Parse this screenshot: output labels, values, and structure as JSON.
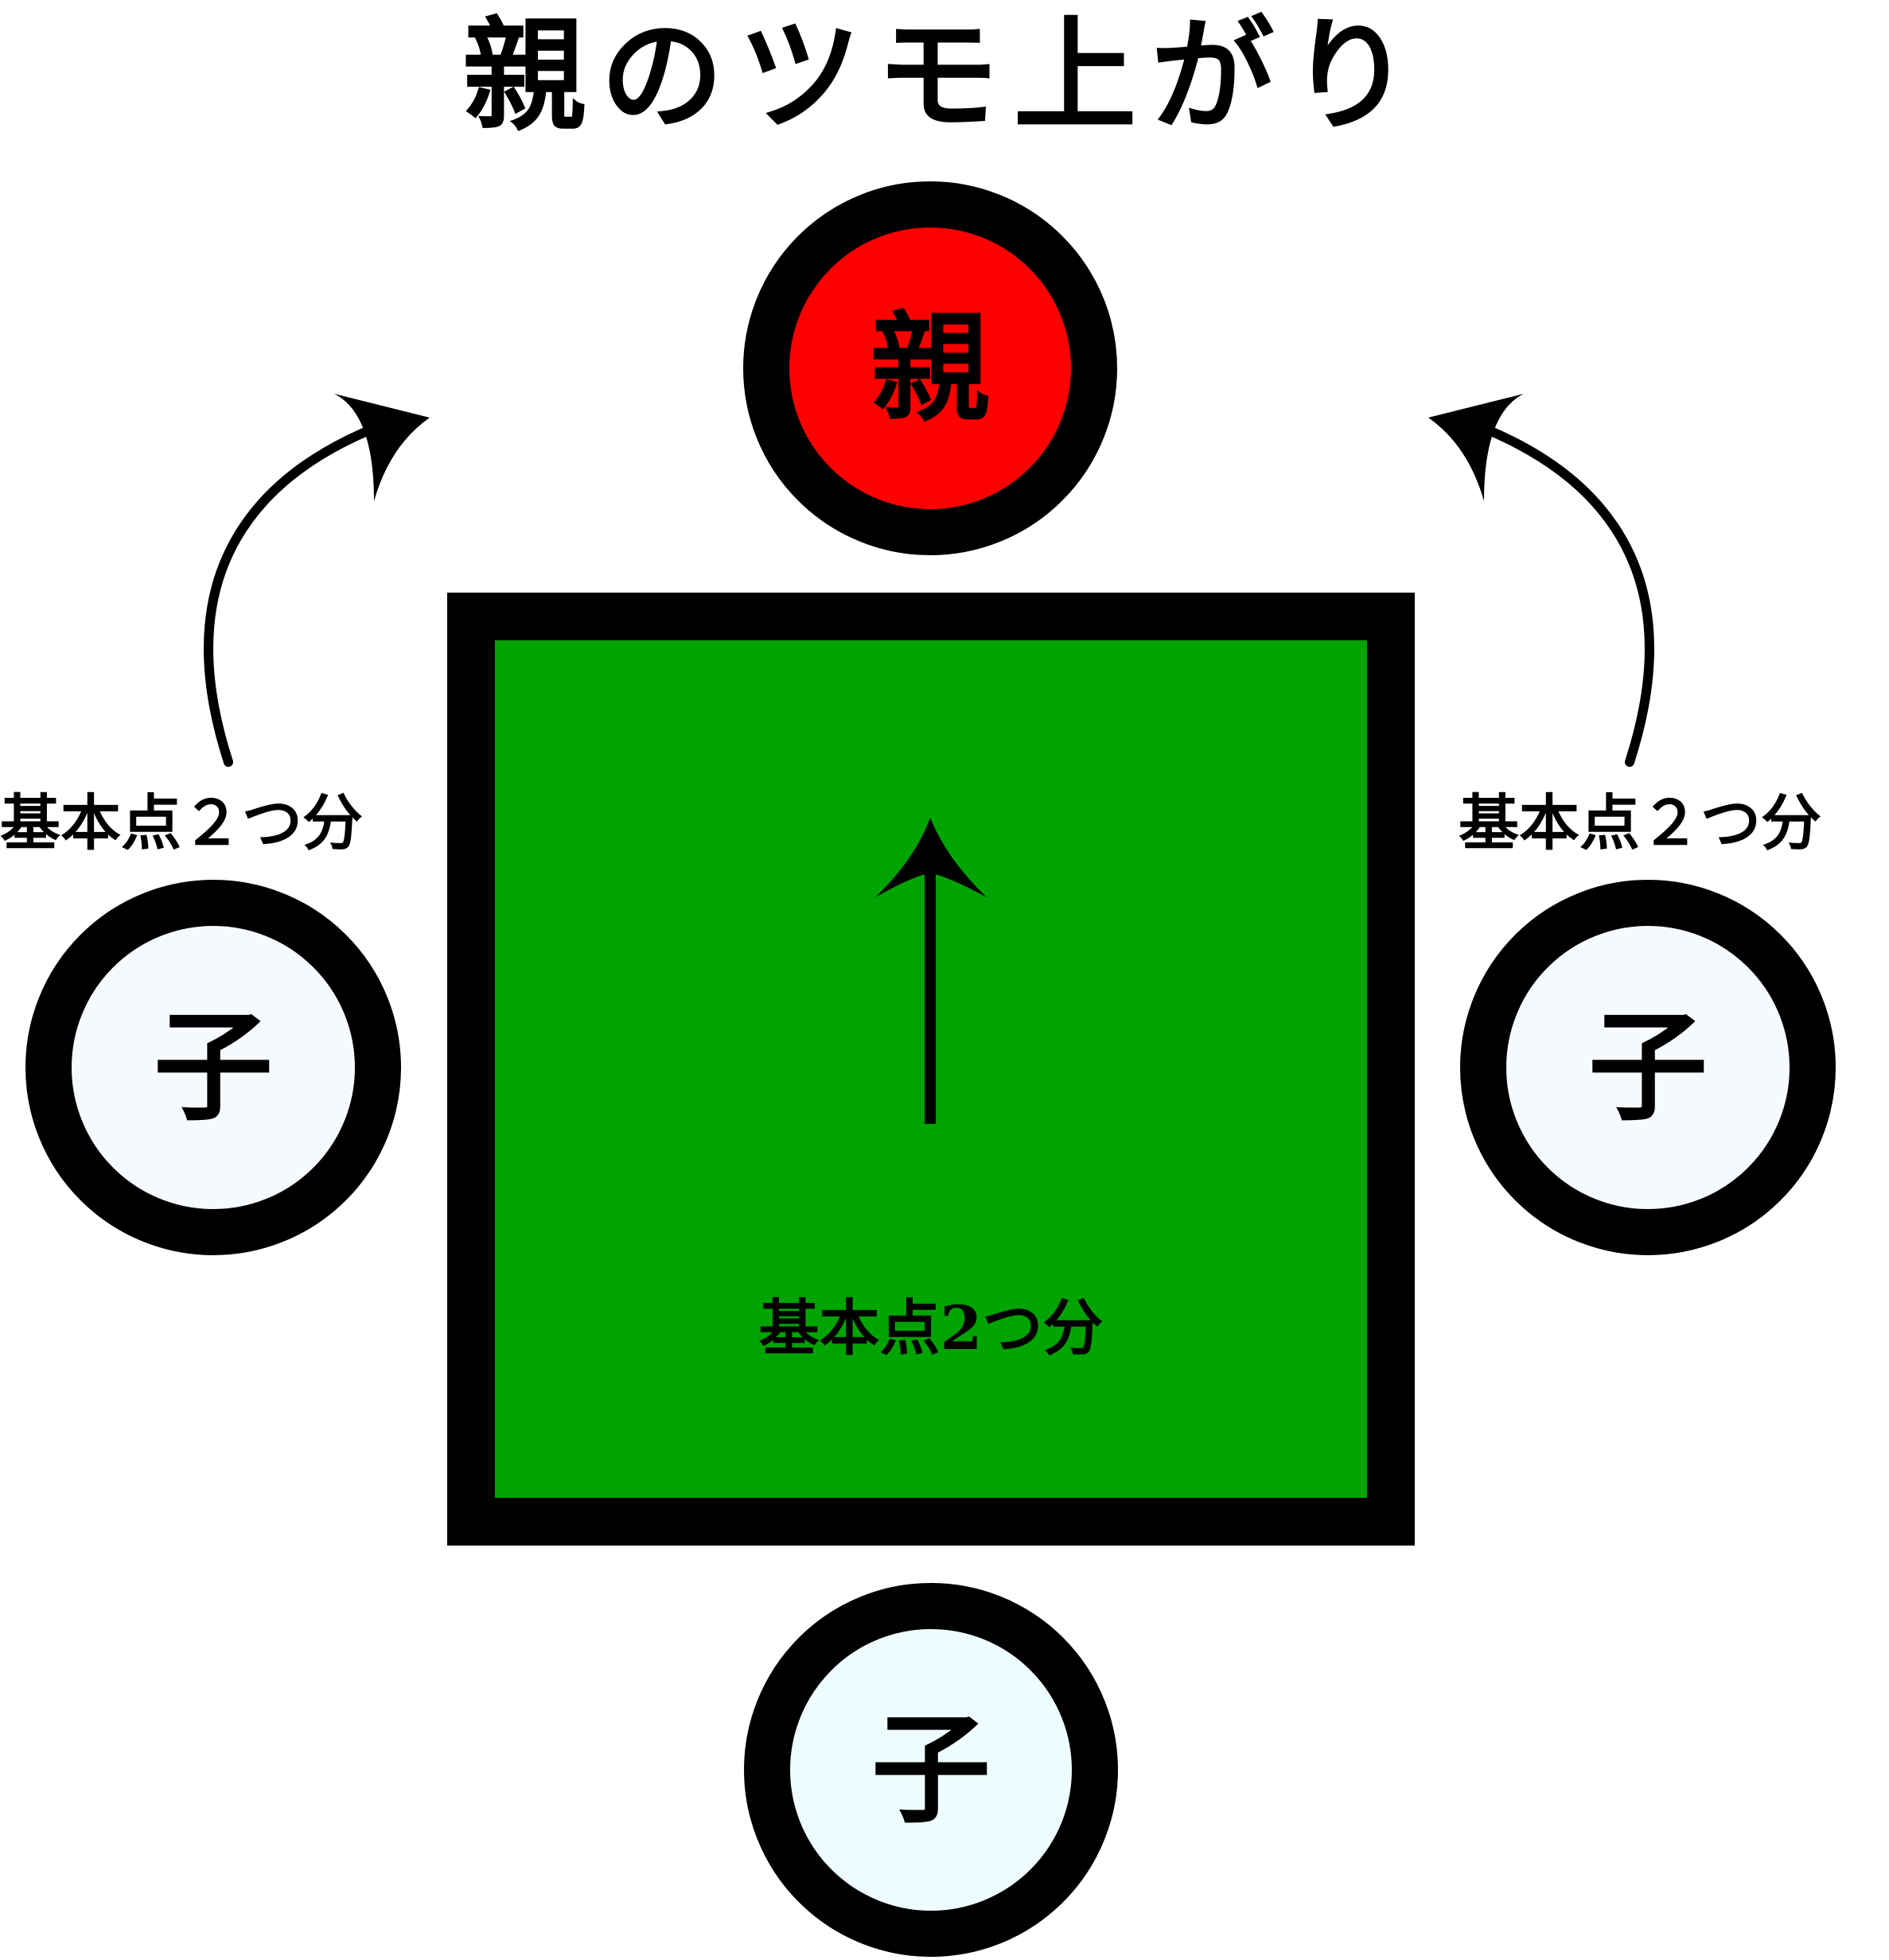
{
  "title": "親のツモ上がり",
  "dealer": {
    "label": "親",
    "fill_color": "#ff0000"
  },
  "non_dealers": [
    {
      "label": "子",
      "fill_color": "#f6faff"
    },
    {
      "label": "子",
      "fill_color": "#f6faff"
    },
    {
      "label": "子",
      "fill_color": "#eefcff"
    }
  ],
  "table": {
    "fill_color": "#00a400",
    "label": "基本点2つ分"
  },
  "payments": {
    "left_label": "基本点２つ分",
    "right_label": "基本点２つ分"
  }
}
